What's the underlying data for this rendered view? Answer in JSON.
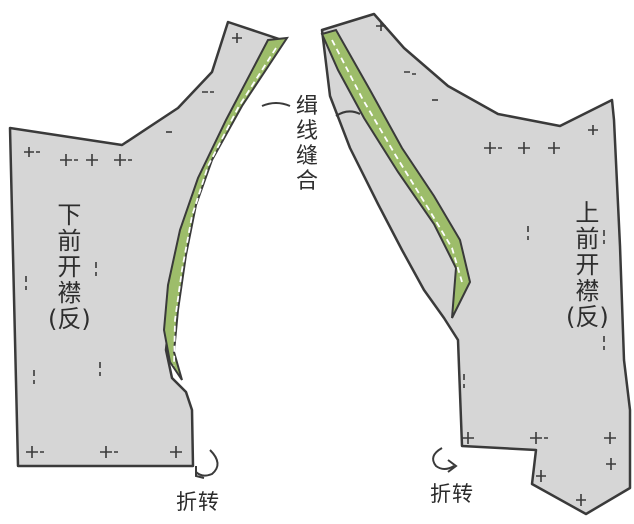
{
  "labels": {
    "left_piece": [
      "下",
      "前",
      "开",
      "襟",
      "(反)"
    ],
    "right_piece": [
      "上",
      "前",
      "开",
      "襟",
      "(反)"
    ],
    "seam_note": [
      "缉",
      "线",
      "缝",
      "合"
    ],
    "fold_left": "折转",
    "fold_right": "折转"
  },
  "colors": {
    "fabric": "#d6d6d6",
    "facing": "#9dbd6a",
    "outline": "#3a3a3a",
    "marks": "#3a3a3a"
  }
}
